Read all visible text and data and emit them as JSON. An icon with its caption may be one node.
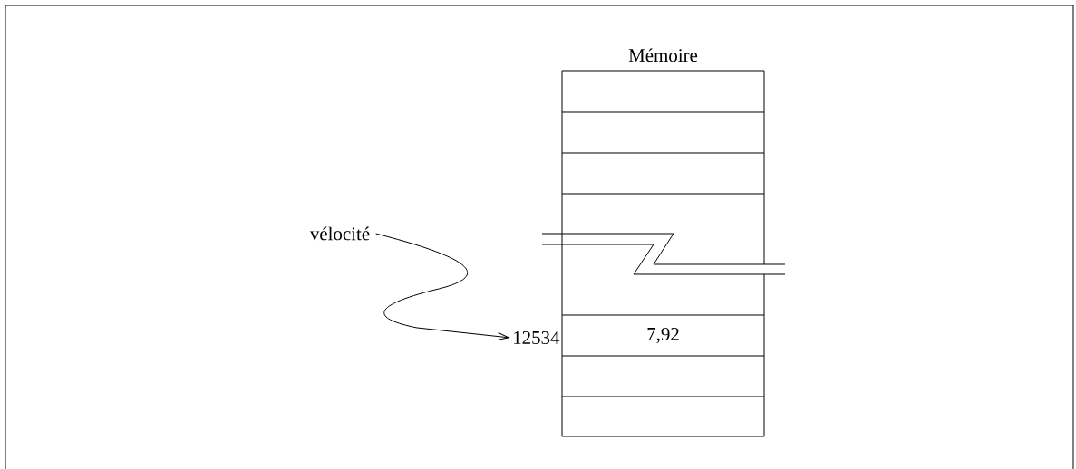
{
  "diagram": {
    "nodes": [
      {
        "text": [
          "Mémoire"
        ]
      },
      {
        "text": [
          "vélocité"
        ]
      },
      {
        "text": [
          "12534"
        ]
      },
      {
        "text": [
          "7,92"
        ],
        "in": 0
      }
    ],
    "edges": [
      {
        "from": 1,
        "to": 2,
        "arrow": "to"
      }
    ]
  }
}
